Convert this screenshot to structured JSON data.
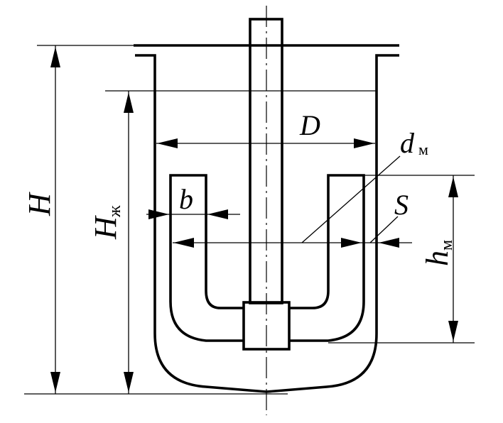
{
  "labels": {
    "H": "H",
    "H_liquid": "H",
    "H_liquid_sub": "ж",
    "D": "D",
    "d_mixer": "d",
    "d_mixer_sub": "м",
    "b": "b",
    "S": "S",
    "h_mixer": "h",
    "h_mixer_sub": "м"
  }
}
